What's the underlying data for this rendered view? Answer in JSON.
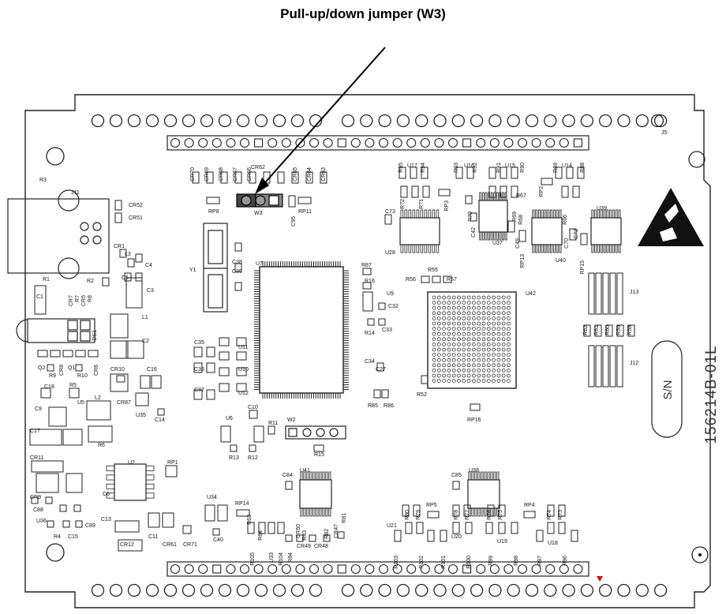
{
  "title": "Pull-up/down jumper (W3)",
  "annotation": {
    "target": "W3"
  },
  "board": {
    "part_number": "156214B-01L",
    "serial_label": "S/N",
    "labels": [
      "J5",
      "J11",
      "J12",
      "J13",
      "R3",
      "CR52",
      "CR51",
      "CR1",
      "L3",
      "C4",
      "C5",
      "R1",
      "C1",
      "CR7",
      "R7",
      "CR5",
      "R8",
      "R2",
      "C3",
      "L1",
      "C2",
      "Q2",
      "Q1",
      "R9",
      "R10",
      "CR8",
      "CR6",
      "DS1",
      "CR10",
      "C16",
      "C18",
      "R5",
      "CR87",
      "C9",
      "U5",
      "L2",
      "U35",
      "C14",
      "C17",
      "R6",
      "CR11",
      "CR9",
      "C88",
      "U36",
      "R4",
      "C15",
      "C89",
      "U2",
      "C13",
      "C6",
      "RP1",
      "CR12",
      "C11",
      "CR61",
      "CR71",
      "U34",
      "C40",
      "RP14",
      "R63",
      "R64",
      "U33",
      "R105",
      "R104",
      "CR70",
      "CR69",
      "CR68",
      "CR67",
      "CR66",
      "CR65",
      "CR64",
      "CR63",
      "CR62",
      "RP8",
      "W3",
      "C95",
      "RP11",
      "Y1",
      "C38",
      "C39",
      "U7",
      "C35",
      "U11",
      "C36",
      "U10",
      "C37",
      "U12",
      "C10",
      "U6",
      "R11",
      "W2",
      "R13",
      "R12",
      "R15",
      "R87",
      "R16",
      "U9",
      "C32",
      "R14",
      "C33",
      "C34",
      "C27",
      "R85",
      "R86",
      "R95",
      "U17",
      "R94",
      "R72",
      "R71",
      "R93",
      "U16",
      "R92",
      "R91",
      "U15",
      "R90",
      "R89",
      "U14",
      "R88",
      "RP3",
      "RP2",
      "C73",
      "U28",
      "R70",
      "C42",
      "R69",
      "C49",
      "U37",
      "R67",
      "R68",
      "R66",
      "RP13",
      "C72",
      "C70",
      "U40",
      "RP15",
      "U39",
      "R56",
      "R55",
      "R57",
      "U42",
      "R52",
      "RP16",
      "R62",
      "R61",
      "R60",
      "R59",
      "R58",
      "C84",
      "U41",
      "R83",
      "R84",
      "CR50",
      "CR49",
      "R82",
      "CR48",
      "CR47",
      "R81",
      "C85",
      "U38",
      "R80",
      "R79",
      "RP5",
      "R78",
      "R77",
      "R76",
      "R75",
      "RP4",
      "R74",
      "R73",
      "U21",
      "R103",
      "R102",
      "U20",
      "R101",
      "R100",
      "U19",
      "R99",
      "R98",
      "R97",
      "U18",
      "R96"
    ]
  }
}
